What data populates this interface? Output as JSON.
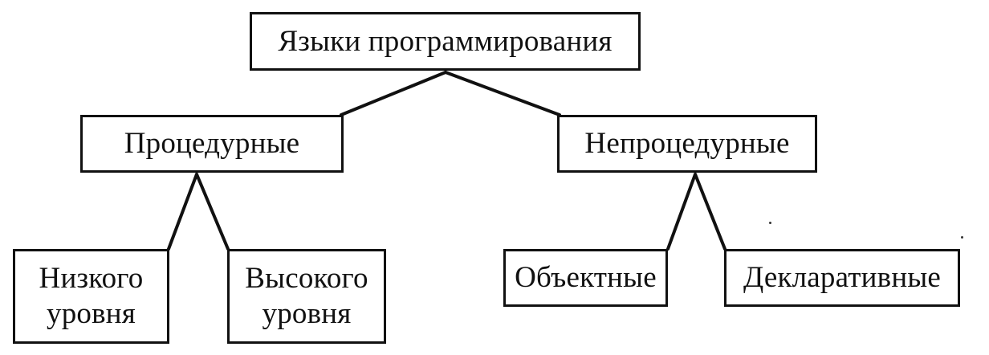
{
  "diagram": {
    "root": {
      "label": "Языки программирования"
    },
    "procedural": {
      "label": "Процедурные"
    },
    "nonprocedural": {
      "label": "Непроцедурные"
    },
    "low_level": {
      "line1": "Низкого",
      "line2": "уровня"
    },
    "high_level": {
      "line1": "Высокого",
      "line2": "уровня"
    },
    "object": {
      "label": "Объектные"
    },
    "declarative": {
      "label": "Декларативные"
    }
  }
}
